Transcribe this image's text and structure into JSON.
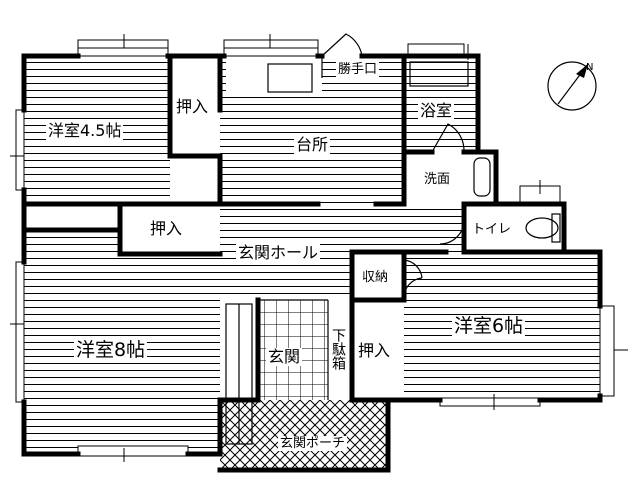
{
  "rooms": {
    "western_45": "洋室4.5帖",
    "closet_top": "押入",
    "kitchen": "台所",
    "back_door": "勝手口",
    "bath": "浴室",
    "washroom": "洗面",
    "toilet": "トイレ",
    "closet_mid": "押入",
    "entrance_hall": "玄関ホール",
    "storage": "収納",
    "western_8": "洋室8帖",
    "entrance": "玄関",
    "shoe_box": "下駄箱",
    "closet_right": "押入",
    "western_6": "洋室6帖",
    "porch": "玄関ポーチ"
  },
  "compass": {
    "north_label": "N"
  },
  "colors": {
    "wall": "#000000",
    "floor_line": "#000000",
    "porch_fill": "#ffffff"
  }
}
